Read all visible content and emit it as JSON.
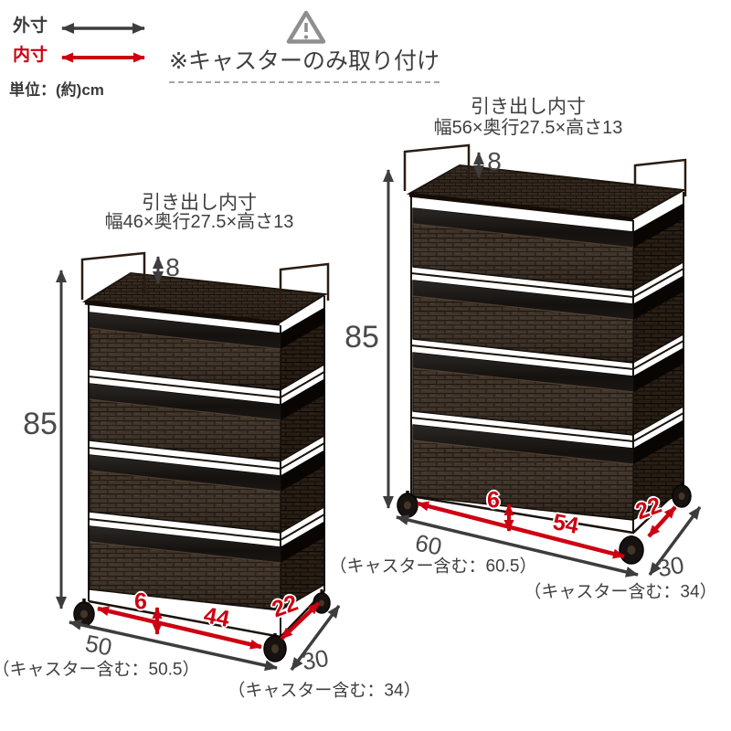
{
  "legend": {
    "outer_label": "外寸",
    "inner_label": "内寸",
    "unit_label": "単位：(約)cm"
  },
  "warning": {
    "text": "※キャスターのみ取り付け"
  },
  "colors": {
    "outer_dimension": "#3d3d3d",
    "inner_dimension": "#cc0011",
    "wicker_dark": "#2a2018",
    "background": "#ffffff"
  },
  "units": {
    "left": {
      "drawer_title": "引き出し内寸",
      "drawer_dims": "幅46×奥行27.5×高さ13",
      "top_clearance": "8",
      "height": "85",
      "bottom_clearance": "6",
      "inner_width": "44",
      "inner_depth": "22",
      "outer_width": "50",
      "outer_width_note": "（キャスター含む：50.5）",
      "outer_depth": "30",
      "outer_depth_note": "（キャスター含む：34）"
    },
    "right": {
      "drawer_title": "引き出し内寸",
      "drawer_dims": "幅56×奥行27.5×高さ13",
      "top_clearance": "8",
      "height": "85",
      "bottom_clearance": "6",
      "inner_width": "54",
      "inner_depth": "22",
      "outer_width": "60",
      "outer_width_note": "（キャスター含む：60.5）",
      "outer_depth": "30",
      "outer_depth_note": "（キャスター含む：34）"
    }
  }
}
